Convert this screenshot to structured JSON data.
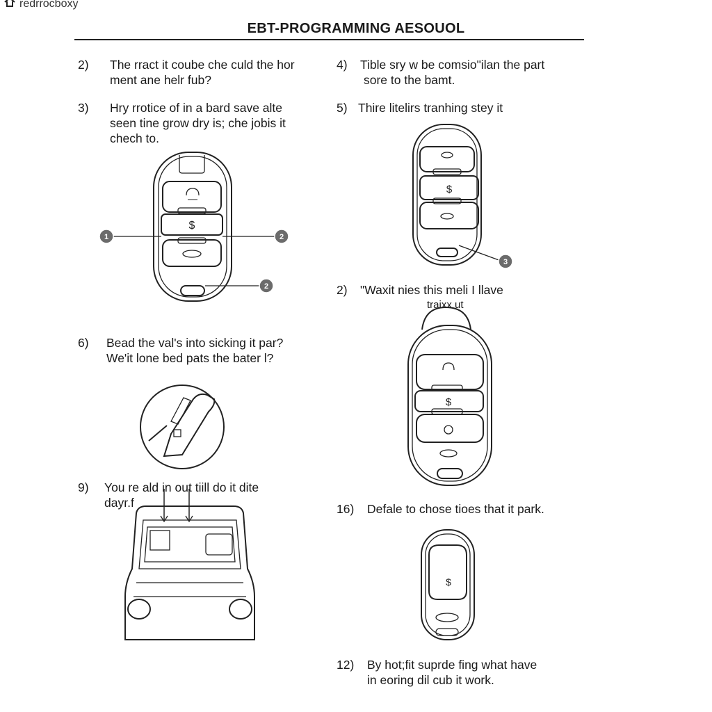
{
  "header": {
    "brand": "redrrocboxy",
    "title": "EBT-PROGRAMMING AESOUOL"
  },
  "steps": [
    {
      "num": "2)",
      "lines": [
        "The rract it coube che culd the hor",
        "ment ane helr fub?"
      ]
    },
    {
      "num": "3)",
      "lines": [
        "Hry rrotice of in a bard save alte",
        "seen tine grow dry is; che jobis it",
        "chech to."
      ]
    },
    {
      "num": "6)",
      "lines": [
        "Bead the val's into sicking it par?",
        "We'it lone bed pats the bater l?"
      ]
    },
    {
      "num": "9)",
      "lines": [
        "You re ald in out tiill do it dite",
        "dayr.f"
      ]
    },
    {
      "num": "4)",
      "lines": [
        "Tible sry w be comsio\"ilan the part",
        "sore to the bamt."
      ]
    },
    {
      "num": "5)",
      "lines": [
        "Thire litelirs tranhing stey it"
      ]
    },
    {
      "num": "2)",
      "lines": [
        "\"Waxit nies this meli I llave",
        "traixx ut"
      ]
    },
    {
      "num": "16)",
      "lines": [
        "Defale to chose tioes that it park."
      ]
    },
    {
      "num": "12)",
      "lines": [
        "By hot;fit suprde fing what have",
        "in eoring dil cub it work."
      ]
    }
  ],
  "callouts": {
    "fob1_left": "1",
    "fob1_right": "2",
    "fob1_bottom": "2",
    "fob2": "3"
  },
  "icons": {
    "brand": "home-icon",
    "dollar": "$"
  }
}
